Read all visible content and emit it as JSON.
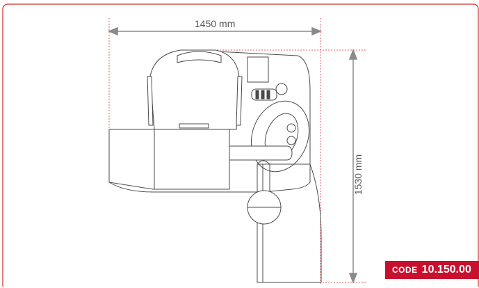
{
  "dimensions": {
    "width_label": "1450 mm",
    "depth_label": "1530 mm"
  },
  "code": {
    "prefix": "CODE",
    "number": "10.150.00"
  },
  "colors": {
    "frame": "#d9534f",
    "guide": "#e06060",
    "line": "#4a4a4a",
    "arrow": "#8a8a8a",
    "badge": "#c8102e"
  }
}
